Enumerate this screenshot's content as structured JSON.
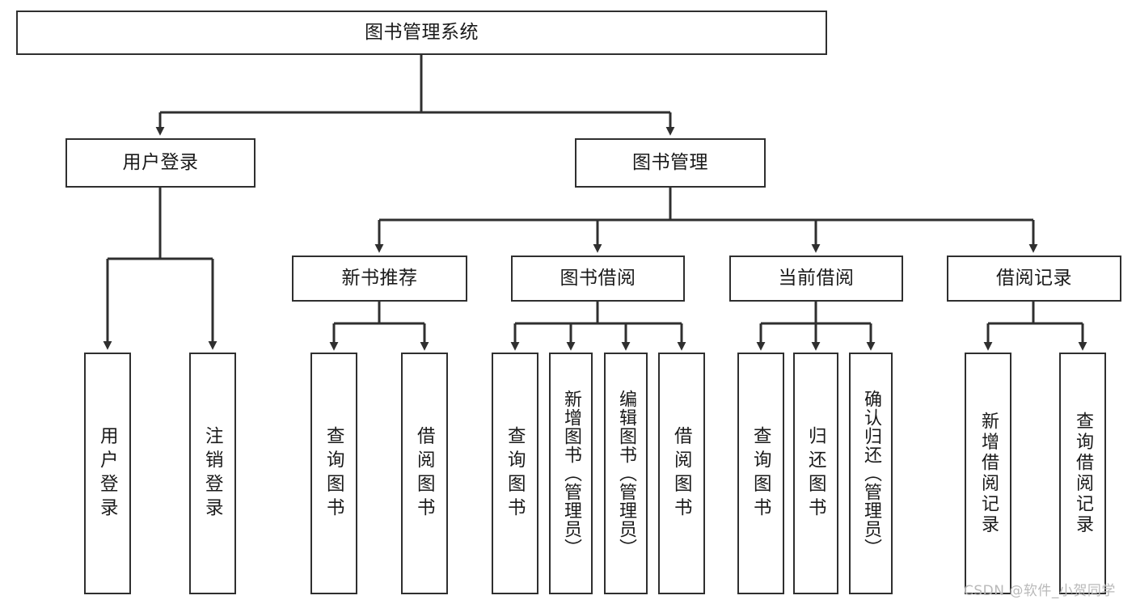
{
  "diagram": {
    "type": "tree-hierarchy",
    "title": "图书管理系统",
    "nodes": {
      "root": {
        "label": "图书管理系统",
        "level": 1,
        "orientation": "horizontal"
      },
      "user_login": {
        "label": "用户登录",
        "level": 2,
        "orientation": "horizontal"
      },
      "book_manage": {
        "label": "图书管理",
        "level": 2,
        "orientation": "horizontal"
      },
      "new_book_rec": {
        "label": "新书推荐",
        "level": 3,
        "orientation": "horizontal"
      },
      "book_borrow": {
        "label": "图书借阅",
        "level": 3,
        "orientation": "horizontal"
      },
      "current_borrow": {
        "label": "当前借阅",
        "level": 3,
        "orientation": "horizontal"
      },
      "borrow_record": {
        "label": "借阅记录",
        "level": 3,
        "orientation": "horizontal"
      },
      "leaf_user_login": {
        "label": "用户登录",
        "level": 4,
        "orientation": "vertical"
      },
      "leaf_logout": {
        "label": "注销登录",
        "level": 4,
        "orientation": "vertical"
      },
      "leaf_query_book_1": {
        "label": "查询图书",
        "level": 4,
        "orientation": "vertical"
      },
      "leaf_borrow_book_1": {
        "label": "借阅图书",
        "level": 4,
        "orientation": "vertical"
      },
      "leaf_query_book_2": {
        "label": "查询图书",
        "level": 4,
        "orientation": "vertical"
      },
      "leaf_add_book": {
        "label": "新增图书（管理员）",
        "level": 4,
        "orientation": "vertical"
      },
      "leaf_edit_book": {
        "label": "编辑图书（管理员）",
        "level": 4,
        "orientation": "vertical"
      },
      "leaf_borrow_book_2": {
        "label": "借阅图书",
        "level": 4,
        "orientation": "vertical"
      },
      "leaf_query_book_3": {
        "label": "查询图书",
        "level": 4,
        "orientation": "vertical"
      },
      "leaf_return_book": {
        "label": "归还图书",
        "level": 4,
        "orientation": "vertical"
      },
      "leaf_confirm_return": {
        "label": "确认归还（管理员）",
        "level": 4,
        "orientation": "vertical"
      },
      "leaf_add_record": {
        "label": "新增借阅记录",
        "level": 4,
        "orientation": "vertical"
      },
      "leaf_query_record": {
        "label": "查询借阅记录",
        "level": 4,
        "orientation": "vertical"
      }
    },
    "edges": [
      {
        "from": "root",
        "to": "user_login"
      },
      {
        "from": "root",
        "to": "book_manage"
      },
      {
        "from": "user_login",
        "to": "leaf_user_login"
      },
      {
        "from": "user_login",
        "to": "leaf_logout"
      },
      {
        "from": "book_manage",
        "to": "new_book_rec"
      },
      {
        "from": "book_manage",
        "to": "book_borrow"
      },
      {
        "from": "book_manage",
        "to": "current_borrow"
      },
      {
        "from": "book_manage",
        "to": "borrow_record"
      },
      {
        "from": "new_book_rec",
        "to": "leaf_query_book_1"
      },
      {
        "from": "new_book_rec",
        "to": "leaf_borrow_book_1"
      },
      {
        "from": "book_borrow",
        "to": "leaf_query_book_2"
      },
      {
        "from": "book_borrow",
        "to": "leaf_add_book"
      },
      {
        "from": "book_borrow",
        "to": "leaf_edit_book"
      },
      {
        "from": "book_borrow",
        "to": "leaf_borrow_book_2"
      },
      {
        "from": "current_borrow",
        "to": "leaf_query_book_3"
      },
      {
        "from": "current_borrow",
        "to": "leaf_return_book"
      },
      {
        "from": "current_borrow",
        "to": "leaf_confirm_return"
      },
      {
        "from": "borrow_record",
        "to": "leaf_add_record"
      },
      {
        "from": "borrow_record",
        "to": "leaf_query_record"
      }
    ],
    "colors": {
      "box_border": "#2f2f2f",
      "box_fill": "#ffffff",
      "text": "#1a1a1a",
      "edge": "#2f2f2f",
      "watermark": "#b9b9b9",
      "background": "#ffffff"
    }
  },
  "watermark": {
    "text": "CSDN @软件_小贺同学"
  }
}
